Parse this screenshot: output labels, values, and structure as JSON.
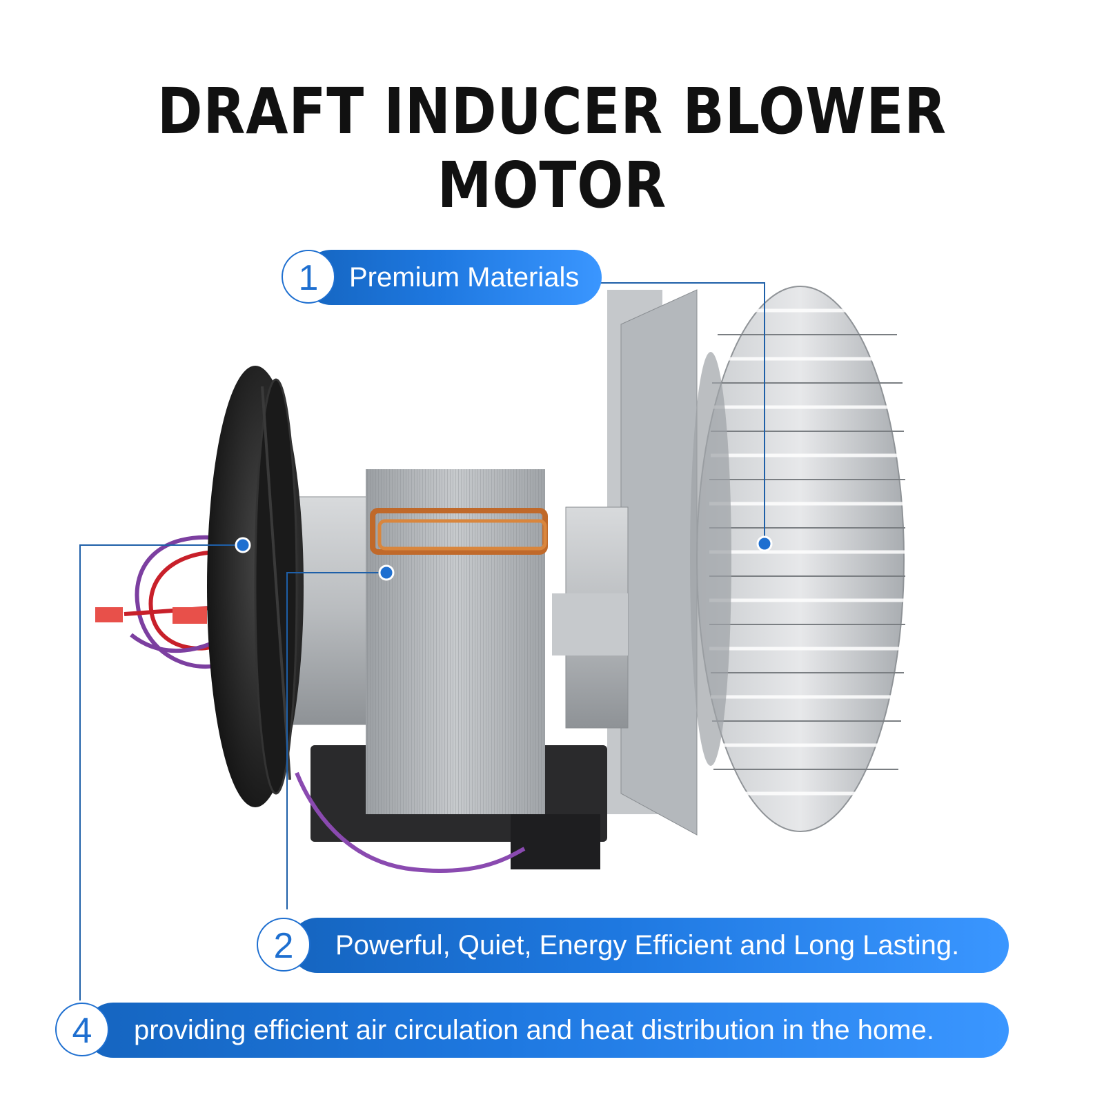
{
  "title": "DRAFT INDUCER BLOWER MOTOR",
  "colors": {
    "accent": "#1e6fd0",
    "pill_start": "#1565c0",
    "pill_end": "#3a96ff",
    "leader_line": "#1e5fa8"
  },
  "product_image": {
    "name": "draft inducer blower motor"
  },
  "callouts": [
    {
      "number": "1",
      "text": "Premium Materials"
    },
    {
      "number": "2",
      "text": "Powerful, Quiet, Energy Efficient and Long Lasting."
    },
    {
      "number": "4",
      "text": "providing efficient air circulation and heat distribution in the home."
    }
  ]
}
